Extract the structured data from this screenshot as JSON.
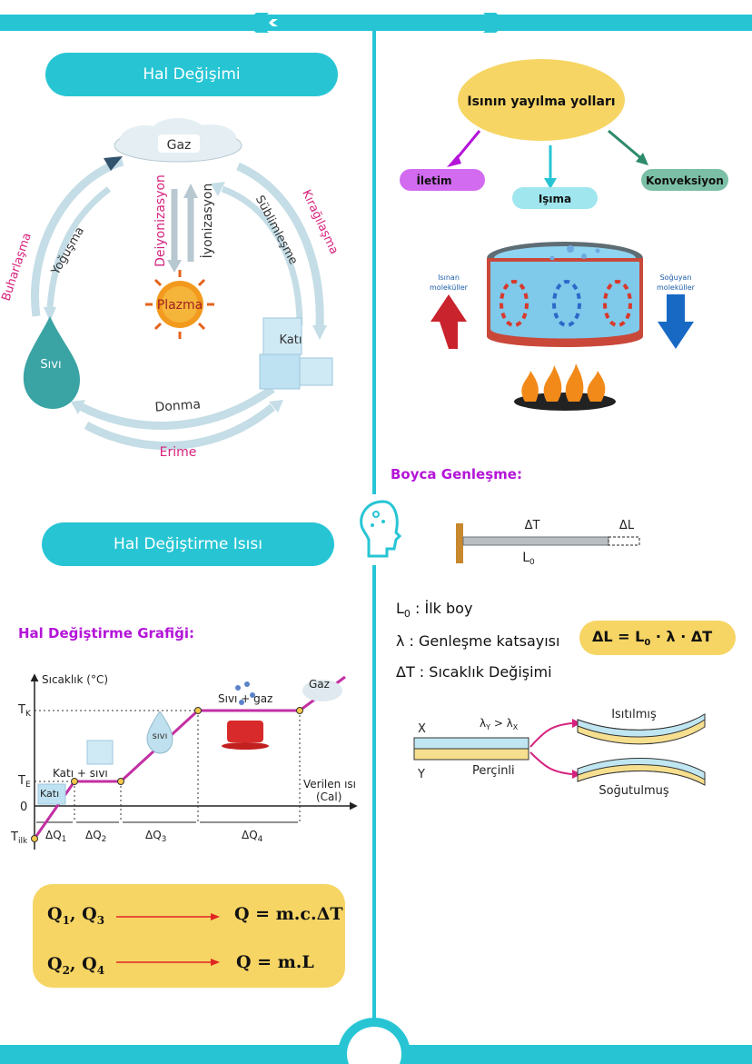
{
  "left": {
    "hal_degisimi_title": "Hal Değişimi",
    "cycle": {
      "gaz": "Gaz",
      "plazma": "Plazma",
      "sivi": "Sıvı",
      "kati": "Katı",
      "buharlasma": "Buharlaşma",
      "yogusma": "Yoğuşma",
      "deiyonizasyon": "Deiyonizasyon",
      "iyonizasyon": "İyonizasyon",
      "sublimlesme": "Süblimleşme",
      "kiragilasma": "Kırağılaşma",
      "donma": "Donma",
      "erime": "Erime"
    },
    "hal_degistirme_title": "Hal Değiştirme Isısı",
    "graph_title": "Hal Değiştirme Grafiği:",
    "graph": {
      "ylabel": "Sıcaklık (°C)",
      "xlabel_1": "Verilen ısı",
      "xlabel_2": "(Cal)",
      "tk": "T",
      "tk_sub": "K",
      "te": "T",
      "te_sub": "E",
      "zero": "0",
      "tilk": "T",
      "tilk_sub": "ilk",
      "kati": "Katı",
      "kati_sivi": "Katı + sıvı",
      "sivi": "sıvı",
      "sivi_gaz": "Sıvı + gaz",
      "gaz": "Gaz",
      "dq1": "ΔQ",
      "dq1_sub": "1",
      "dq2": "ΔQ",
      "dq2_sub": "2",
      "dq3": "ΔQ",
      "dq3_sub": "3",
      "dq4": "ΔQ",
      "dq4_sub": "4"
    },
    "formulas": {
      "row1_left": "Q",
      "row1_left_sub1": "1",
      "row1_left_mid": ",  Q",
      "row1_left_sub2": "3",
      "row1_right": "Q = m.c.ΔT",
      "row2_left": "Q",
      "row2_left_sub1": "2",
      "row2_left_mid": ",  Q",
      "row2_left_sub2": "4",
      "row2_right": "Q = m.L"
    }
  },
  "right": {
    "yayilma_title": "Isının yayılma yolları",
    "iletim": "İletim",
    "isima": "Işıma",
    "konveksiyon": "Konveksiyon",
    "isinan": "Isınan",
    "isinan2": "moleküller",
    "soguyan": "Soğuyan",
    "soguyan2": "moleküller",
    "boyca_title": "Boyca Genleşme:",
    "rod": {
      "dt": "ΔT",
      "dl": "ΔL",
      "l0": "L",
      "l0_sub": "0"
    },
    "legend": {
      "l0_label": "L",
      "l0_sub": "0",
      "l0_text": " : İlk boy",
      "lambda_text": "λ : Genleşme katsayısı",
      "dt_text": "ΔT : Sıcaklık Değişimi"
    },
    "formula": {
      "a": "ΔL = L",
      "sub": "0",
      "b": " · λ · ΔT"
    },
    "bimetal": {
      "x": "X",
      "y": "Y",
      "lambda_y": "λ",
      "lambda_y_sub": "Y",
      "gt": " > λ",
      "lambda_x_sub": "X",
      "percinli": "Perçinli",
      "isitilmis": "Isıtılmış",
      "sogutulmus": "Soğutulmuş"
    }
  },
  "colors": {
    "teal": "#27c5d4",
    "purple": "#b414d8",
    "yellow": "#f6d564",
    "magenta": "#d6227e"
  }
}
